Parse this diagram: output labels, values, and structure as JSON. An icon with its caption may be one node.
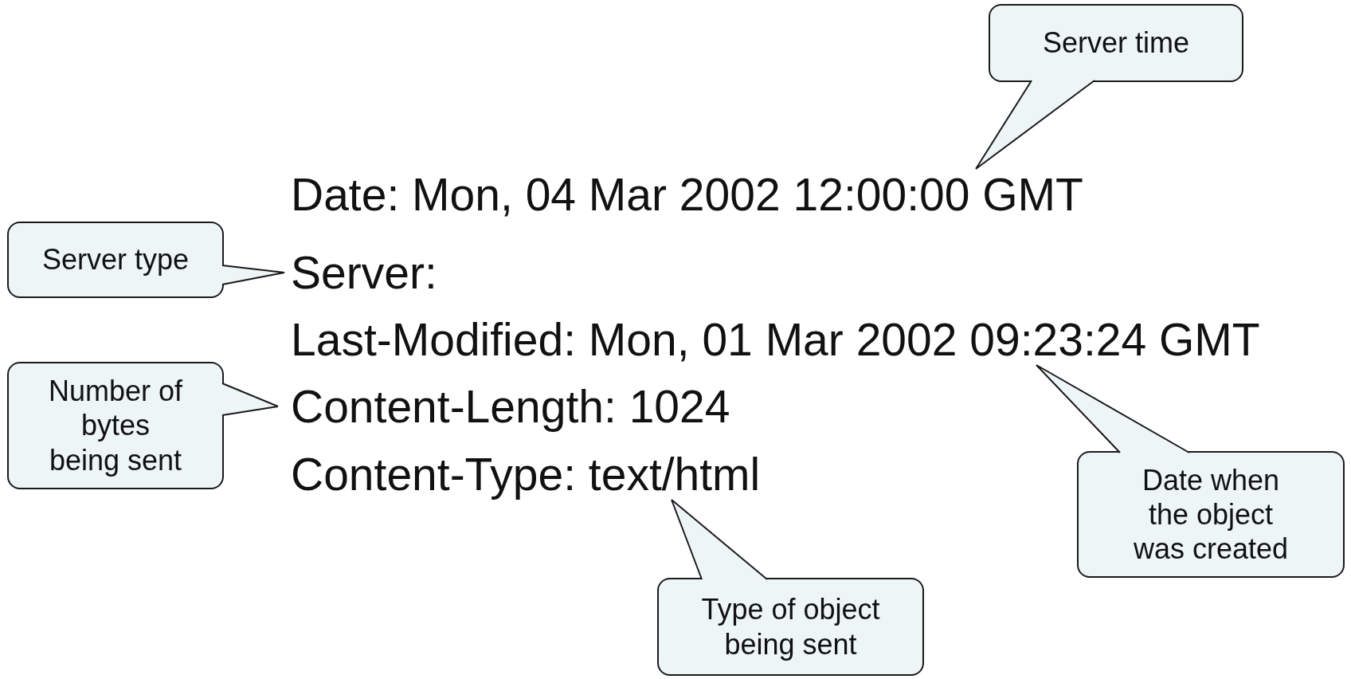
{
  "diagram": {
    "nodes": [
      {
        "text": [
          "Server time"
        ]
      },
      {
        "text": [
          "Date: Mon, 04 Mar 2002 12:00:00 GMT"
        ]
      },
      {
        "text": [
          "Server type"
        ]
      },
      {
        "text": [
          "Server:"
        ]
      },
      {
        "text": [
          "Last-Modified: Mon, 01 Mar 2002 09:23:24 GMT"
        ]
      },
      {
        "text": [
          "Number of bytes being sent"
        ]
      },
      {
        "text": [
          "Content-Length: 1024"
        ]
      },
      {
        "text": [
          "Content-Type: text/html"
        ]
      },
      {
        "text": [
          "Date when the object was created"
        ]
      },
      {
        "text": [
          "Type of object being sent"
        ]
      }
    ],
    "edges": [
      {
        "from": 0,
        "to": 1,
        "arrow": "none"
      },
      {
        "from": 2,
        "to": 3,
        "arrow": "none"
      },
      {
        "from": 8,
        "to": 4,
        "arrow": "none"
      },
      {
        "from": 5,
        "to": 6,
        "arrow": "none"
      },
      {
        "from": 9,
        "to": 7,
        "arrow": "none"
      }
    ]
  }
}
